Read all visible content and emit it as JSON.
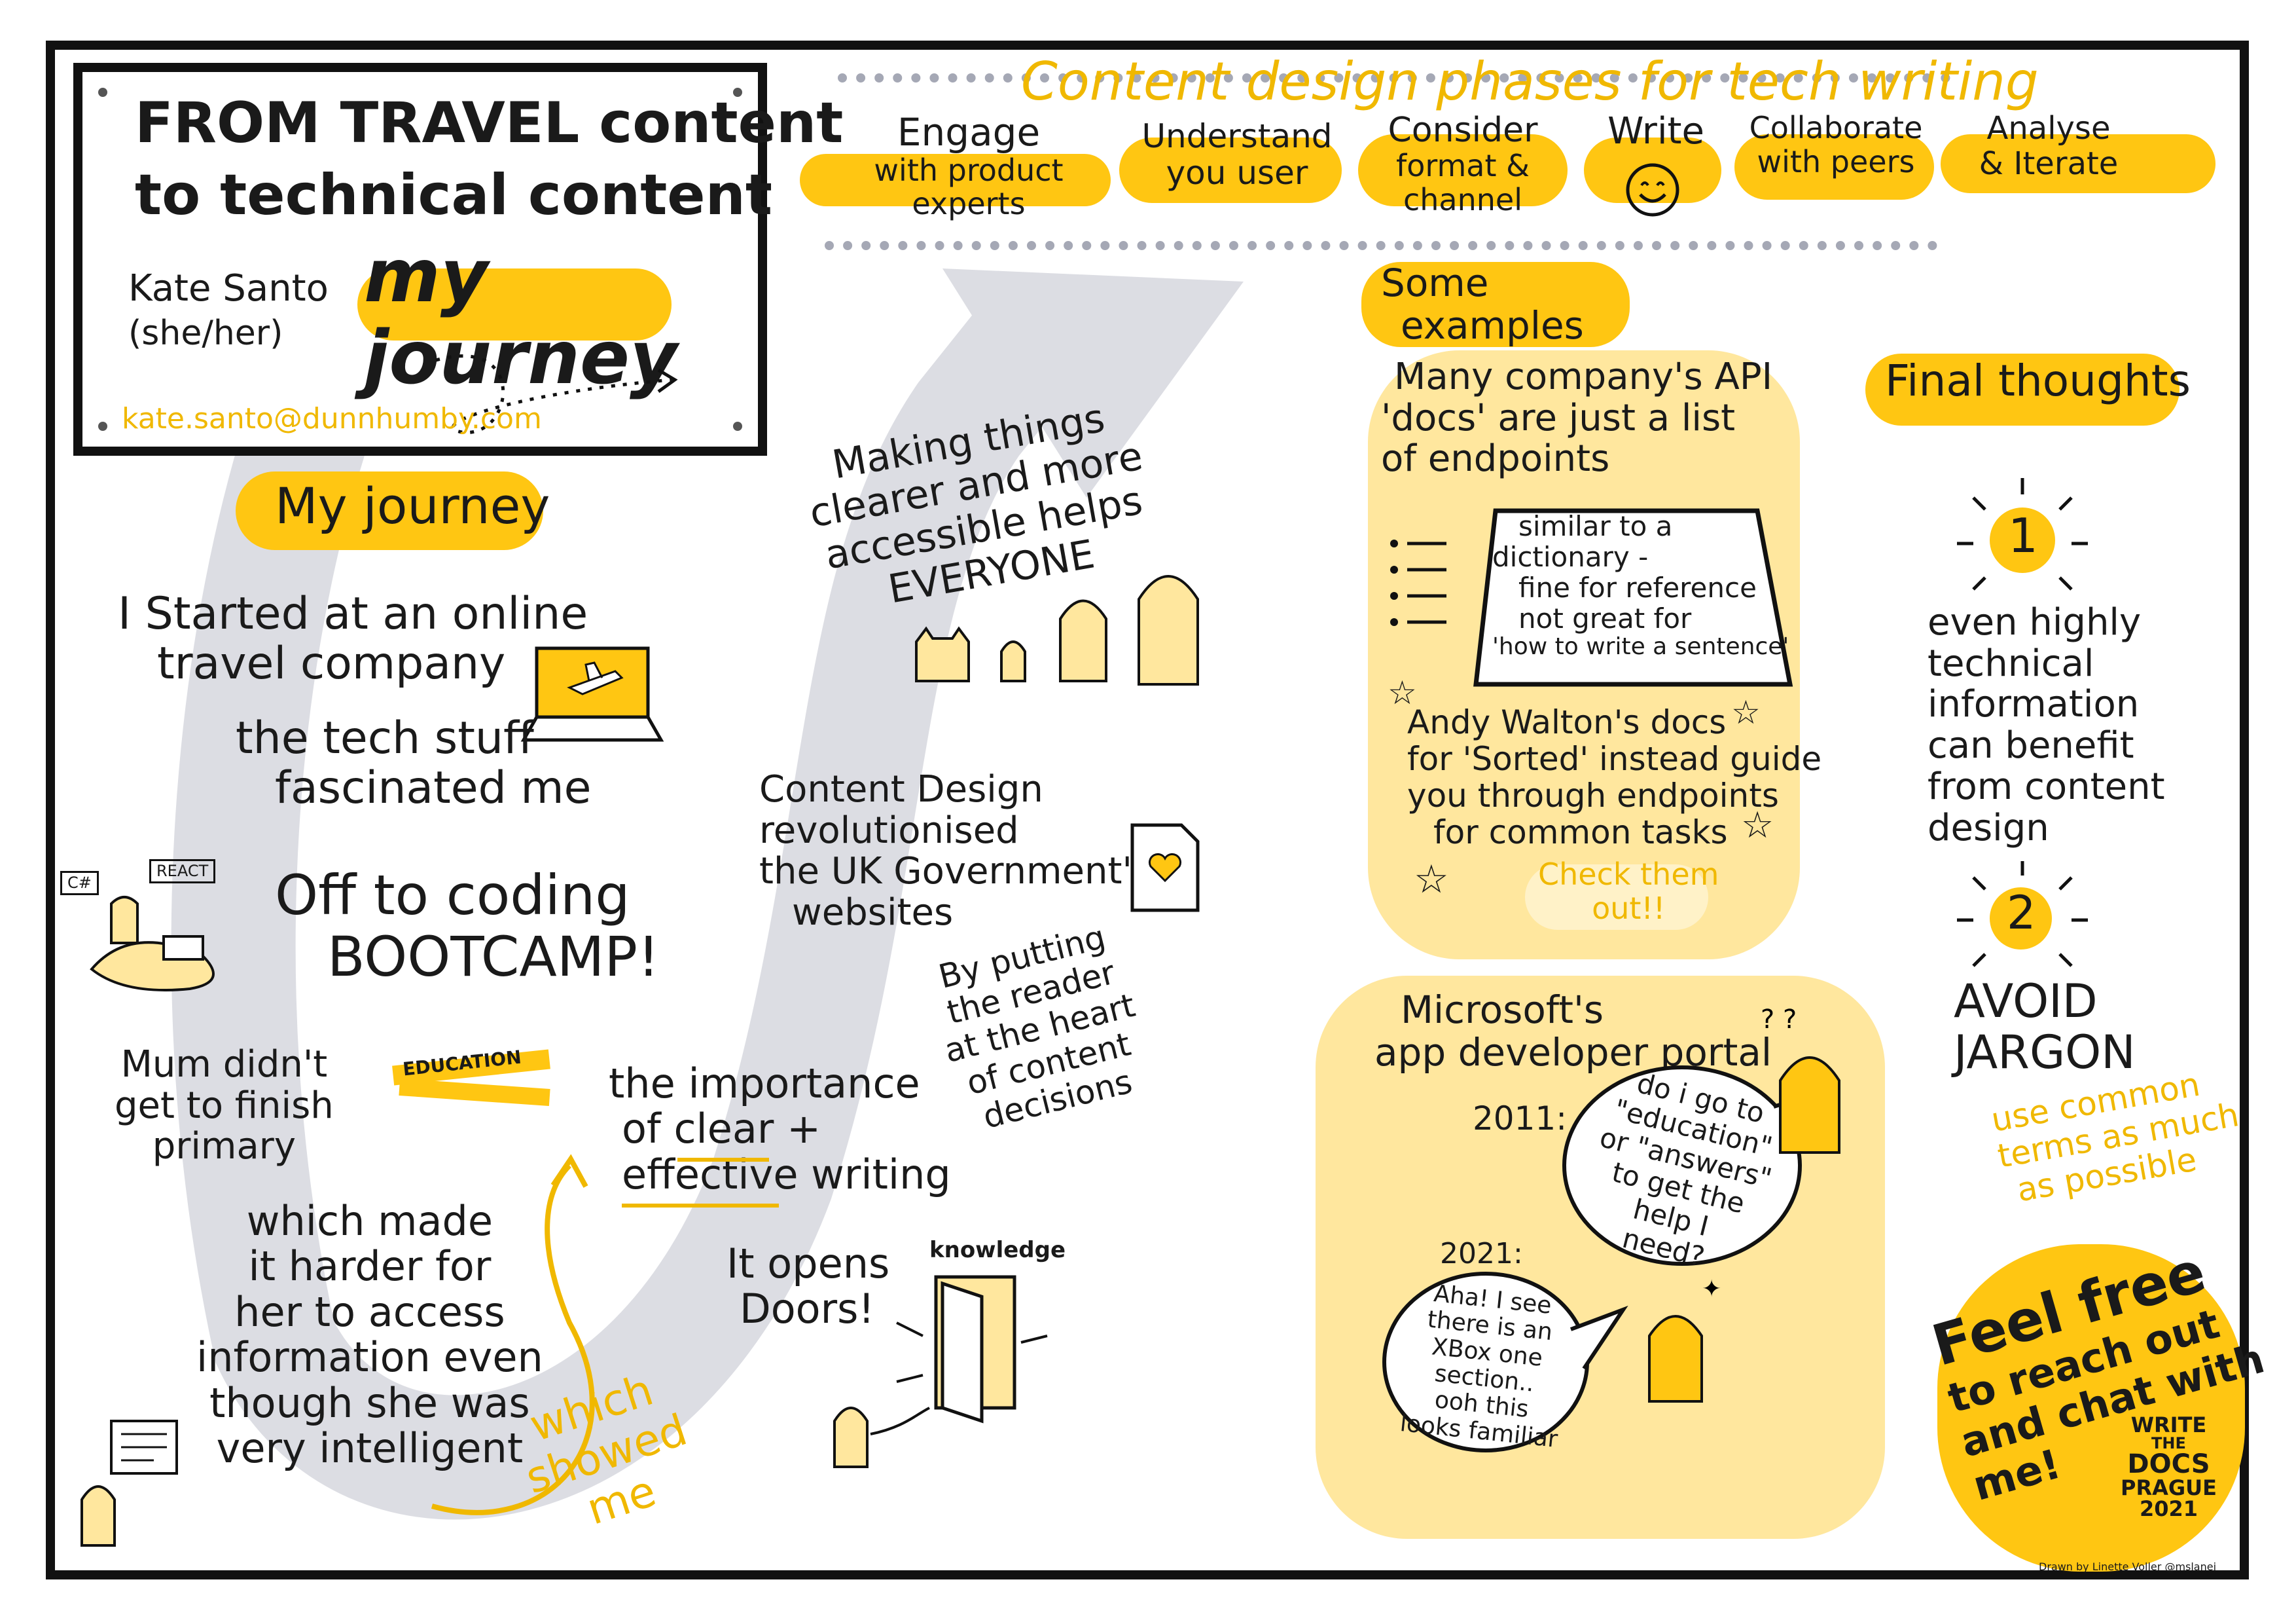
{
  "title_box": {
    "title_lines": [
      "FROM TRAVEL content",
      "to technical content"
    ],
    "author": "Kate Santo",
    "pronouns": "(she/her)",
    "subtitle": "my journey",
    "email": "kate.santo@dunnhumby.com"
  },
  "phases": {
    "heading": "Content design phases for tech writing",
    "items": [
      {
        "label": "Engage",
        "detail": "with product experts"
      },
      {
        "label": "Understand",
        "detail": "you user"
      },
      {
        "label": "Consider",
        "detail": "format & channel"
      },
      {
        "label": "Write",
        "detail": ""
      },
      {
        "label": "Collaborate",
        "detail": "with peers"
      },
      {
        "label": "Analyse",
        "detail": "& Iterate"
      }
    ]
  },
  "journey": {
    "heading": "My journey",
    "started_lines": [
      "I Started at an online",
      "travel company"
    ],
    "tech_lines": [
      "the tech stuff",
      "fascinated me"
    ],
    "bootcamp_lines": [
      "Off to coding",
      "BOOTCAMP!"
    ],
    "bootcamp_tags": [
      "C#",
      "REACT"
    ],
    "mum_lines": [
      "Mum didn't",
      "get to finish",
      "primary"
    ],
    "education_tape": "EDUCATION",
    "harder_lines": [
      "which made",
      "it harder for",
      "her to access",
      "information even",
      "though she was",
      "very intelligent"
    ],
    "which_showed_lines": [
      "which",
      "showed",
      "me"
    ],
    "importance_lines": [
      "the importance",
      "of clear +",
      "effective writing"
    ],
    "doors_lines": [
      "It opens",
      "Doors!"
    ],
    "knowledge_label": "knowledge",
    "content_design_lines": [
      "Content Design",
      "revolutionised",
      "the UK Government's",
      "websites"
    ],
    "reader_lines": [
      "By putting",
      "the reader",
      "at the heart",
      "of content",
      "decisions"
    ],
    "clearer_lines": [
      "Making things",
      "clearer and more",
      "accessible helps",
      "EVERYONE"
    ]
  },
  "examples": {
    "heading_lines": [
      "Some",
      "examples"
    ],
    "api_lines": [
      "Many company's API",
      "'docs' are just a list",
      "of endpoints"
    ],
    "dictionary_lines": [
      "similar to a",
      "dictionary -",
      "fine for reference",
      "not great for",
      "'how to write a sentence'"
    ],
    "andy_lines": [
      "Andy Walton's docs",
      "for 'Sorted' instead guide",
      "you through endpoints",
      "for common tasks"
    ],
    "check_lines": [
      "Check them",
      "out!!"
    ],
    "microsoft_lines": [
      "Microsoft's",
      "app developer portal"
    ],
    "year_2011": "2011:",
    "bubble_2011_lines": [
      "do i go to",
      "\"education\"",
      "or \"answers\"",
      "to get the",
      "help I",
      "need?"
    ],
    "year_2021": "2021:",
    "bubble_2021_lines": [
      "Aha! I see",
      "there is an",
      "XBox one",
      "section..",
      "ooh this",
      "looks familiar"
    ]
  },
  "final": {
    "heading": "Final thoughts",
    "num1": "1",
    "thought1_lines": [
      "even highly",
      "technical",
      "information",
      "can benefit",
      "from content",
      "design"
    ],
    "num2": "2",
    "avoid_lines": [
      "AVOID",
      "JARGON"
    ],
    "use_common_lines": [
      "use common",
      "terms as much",
      "as possible"
    ],
    "feel_free_lines": [
      "Feel free",
      "to reach out",
      "and chat with",
      "me!"
    ],
    "wtd_lines": [
      "WRITE",
      "THE",
      "DOCS",
      "PRAGUE",
      "2021"
    ]
  },
  "credit": "Drawn by Linette Voller @mslanei",
  "colors": {
    "accent": "#ffc612",
    "light_accent": "#ffe79e",
    "ink": "#111111",
    "arrow": "#dcdde3"
  }
}
